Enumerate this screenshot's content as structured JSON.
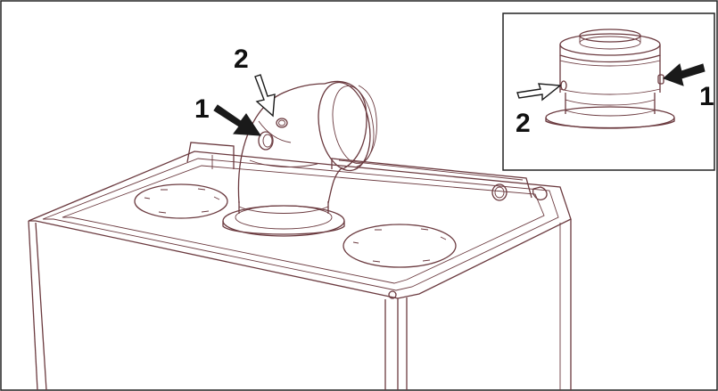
{
  "colors": {
    "frame": "#222222",
    "line": "#6b3a3f",
    "arrow_solid": "#1a1a1a",
    "arrow_hollow": "#ffffff"
  },
  "main_view": {
    "callout_1": "1",
    "callout_2": "2"
  },
  "inset_view": {
    "callout_1": "1",
    "callout_2": "2"
  }
}
